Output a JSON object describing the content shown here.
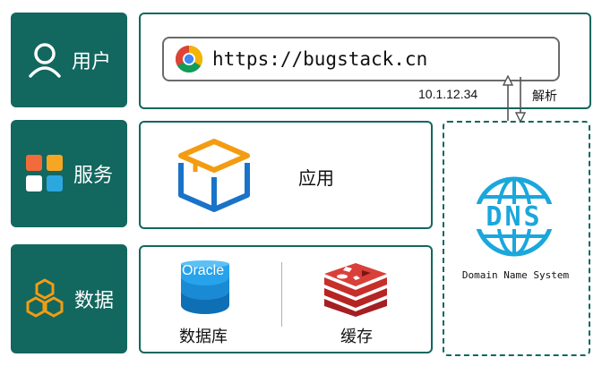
{
  "tiers": {
    "user": {
      "label": "用户",
      "icon": "user-icon"
    },
    "service": {
      "label": "服务",
      "icon": "app-grid-icon"
    },
    "data": {
      "label": "数据",
      "icon": "hexagon-cluster-icon"
    }
  },
  "browser": {
    "url": "https://bugstack.cn",
    "icon": "chrome-icon"
  },
  "resolve": {
    "ip": "10.1.12.34",
    "label": "解析"
  },
  "service": {
    "app_label": "应用",
    "icon": "box-icon"
  },
  "data": {
    "database": {
      "label": "数据库",
      "badge": "Oracle",
      "icon": "database-icon"
    },
    "cache": {
      "label": "缓存",
      "icon": "redis-icon"
    }
  },
  "dns": {
    "logo": "DNS",
    "caption": "Domain Name System",
    "icon": "globe-icon"
  },
  "colors": {
    "teal": "#12675f",
    "accent_blue": "#1aa7dc",
    "redis_red": "#c6302b",
    "box_orange": "#f39c12"
  }
}
